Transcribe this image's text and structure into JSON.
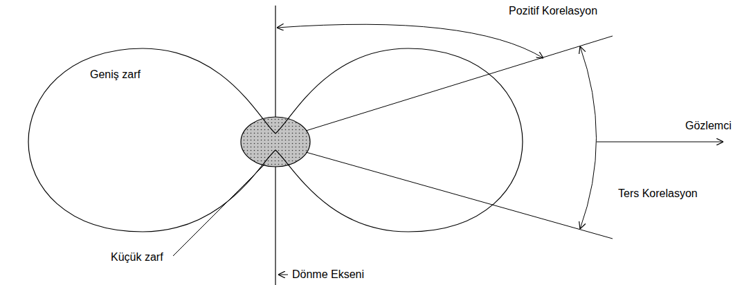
{
  "diagram": {
    "nodes": [
      {
        "text": [
          "Geniş zarf"
        ]
      }
    ],
    "labels": [
      "Pozitif Korelasyon",
      "Gözlemci",
      "Ters Korelasyon",
      "Küçük zarf",
      "Dönme Ekseni"
    ]
  }
}
